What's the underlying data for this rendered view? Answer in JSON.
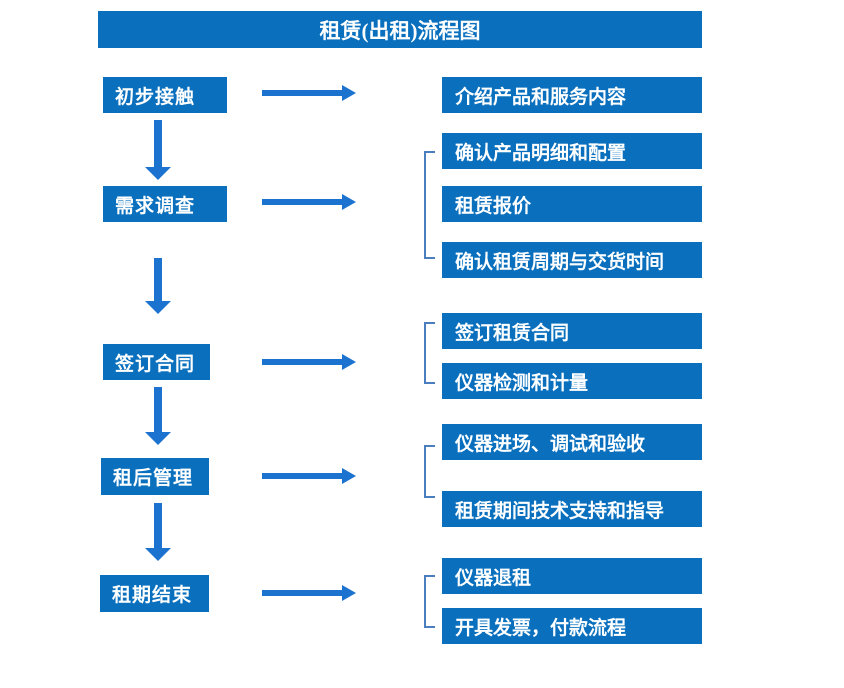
{
  "title": "租赁(出租)流程图",
  "colors": {
    "box": "#0a70be",
    "arrow": "#1b72cf",
    "bracket": "#4a7ebf",
    "text": "#ffffff"
  },
  "steps": [
    {
      "label": "初步接触",
      "details": [
        "介绍产品和服务内容"
      ]
    },
    {
      "label": "需求调查",
      "details": [
        "确认产品明细和配置",
        "租赁报价",
        "确认租赁周期与交货时间"
      ]
    },
    {
      "label": "签订合同",
      "details": [
        "签订租赁合同",
        "仪器检测和计量"
      ]
    },
    {
      "label": "租后管理",
      "details": [
        "仪器进场、调试和验收",
        "租赁期间技术支持和指导"
      ]
    },
    {
      "label": "租期结束",
      "details": [
        "仪器退租",
        "开具发票，付款流程"
      ]
    }
  ]
}
